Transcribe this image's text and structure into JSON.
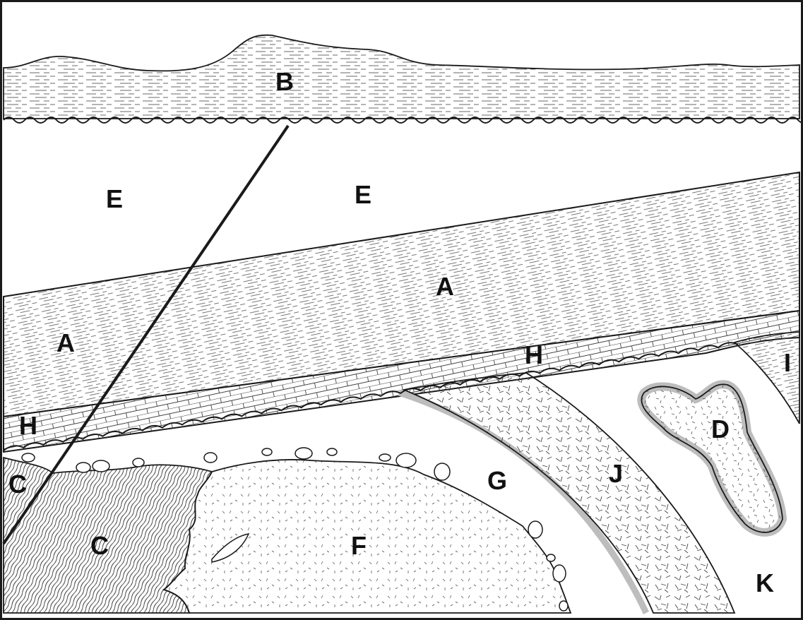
{
  "labels": {
    "B": "B",
    "E_left": "E",
    "E_right": "E",
    "A_left": "A",
    "A_right": "A",
    "H_left": "H",
    "H_right": "H",
    "I": "I",
    "C_small": "C",
    "C_large": "C",
    "F": "F",
    "G": "G",
    "J": "J",
    "D": "D",
    "K": "K"
  },
  "colors": {
    "line": "#1a1a1a",
    "background": "#ffffff",
    "contact_halo": "#bdbdbd"
  }
}
